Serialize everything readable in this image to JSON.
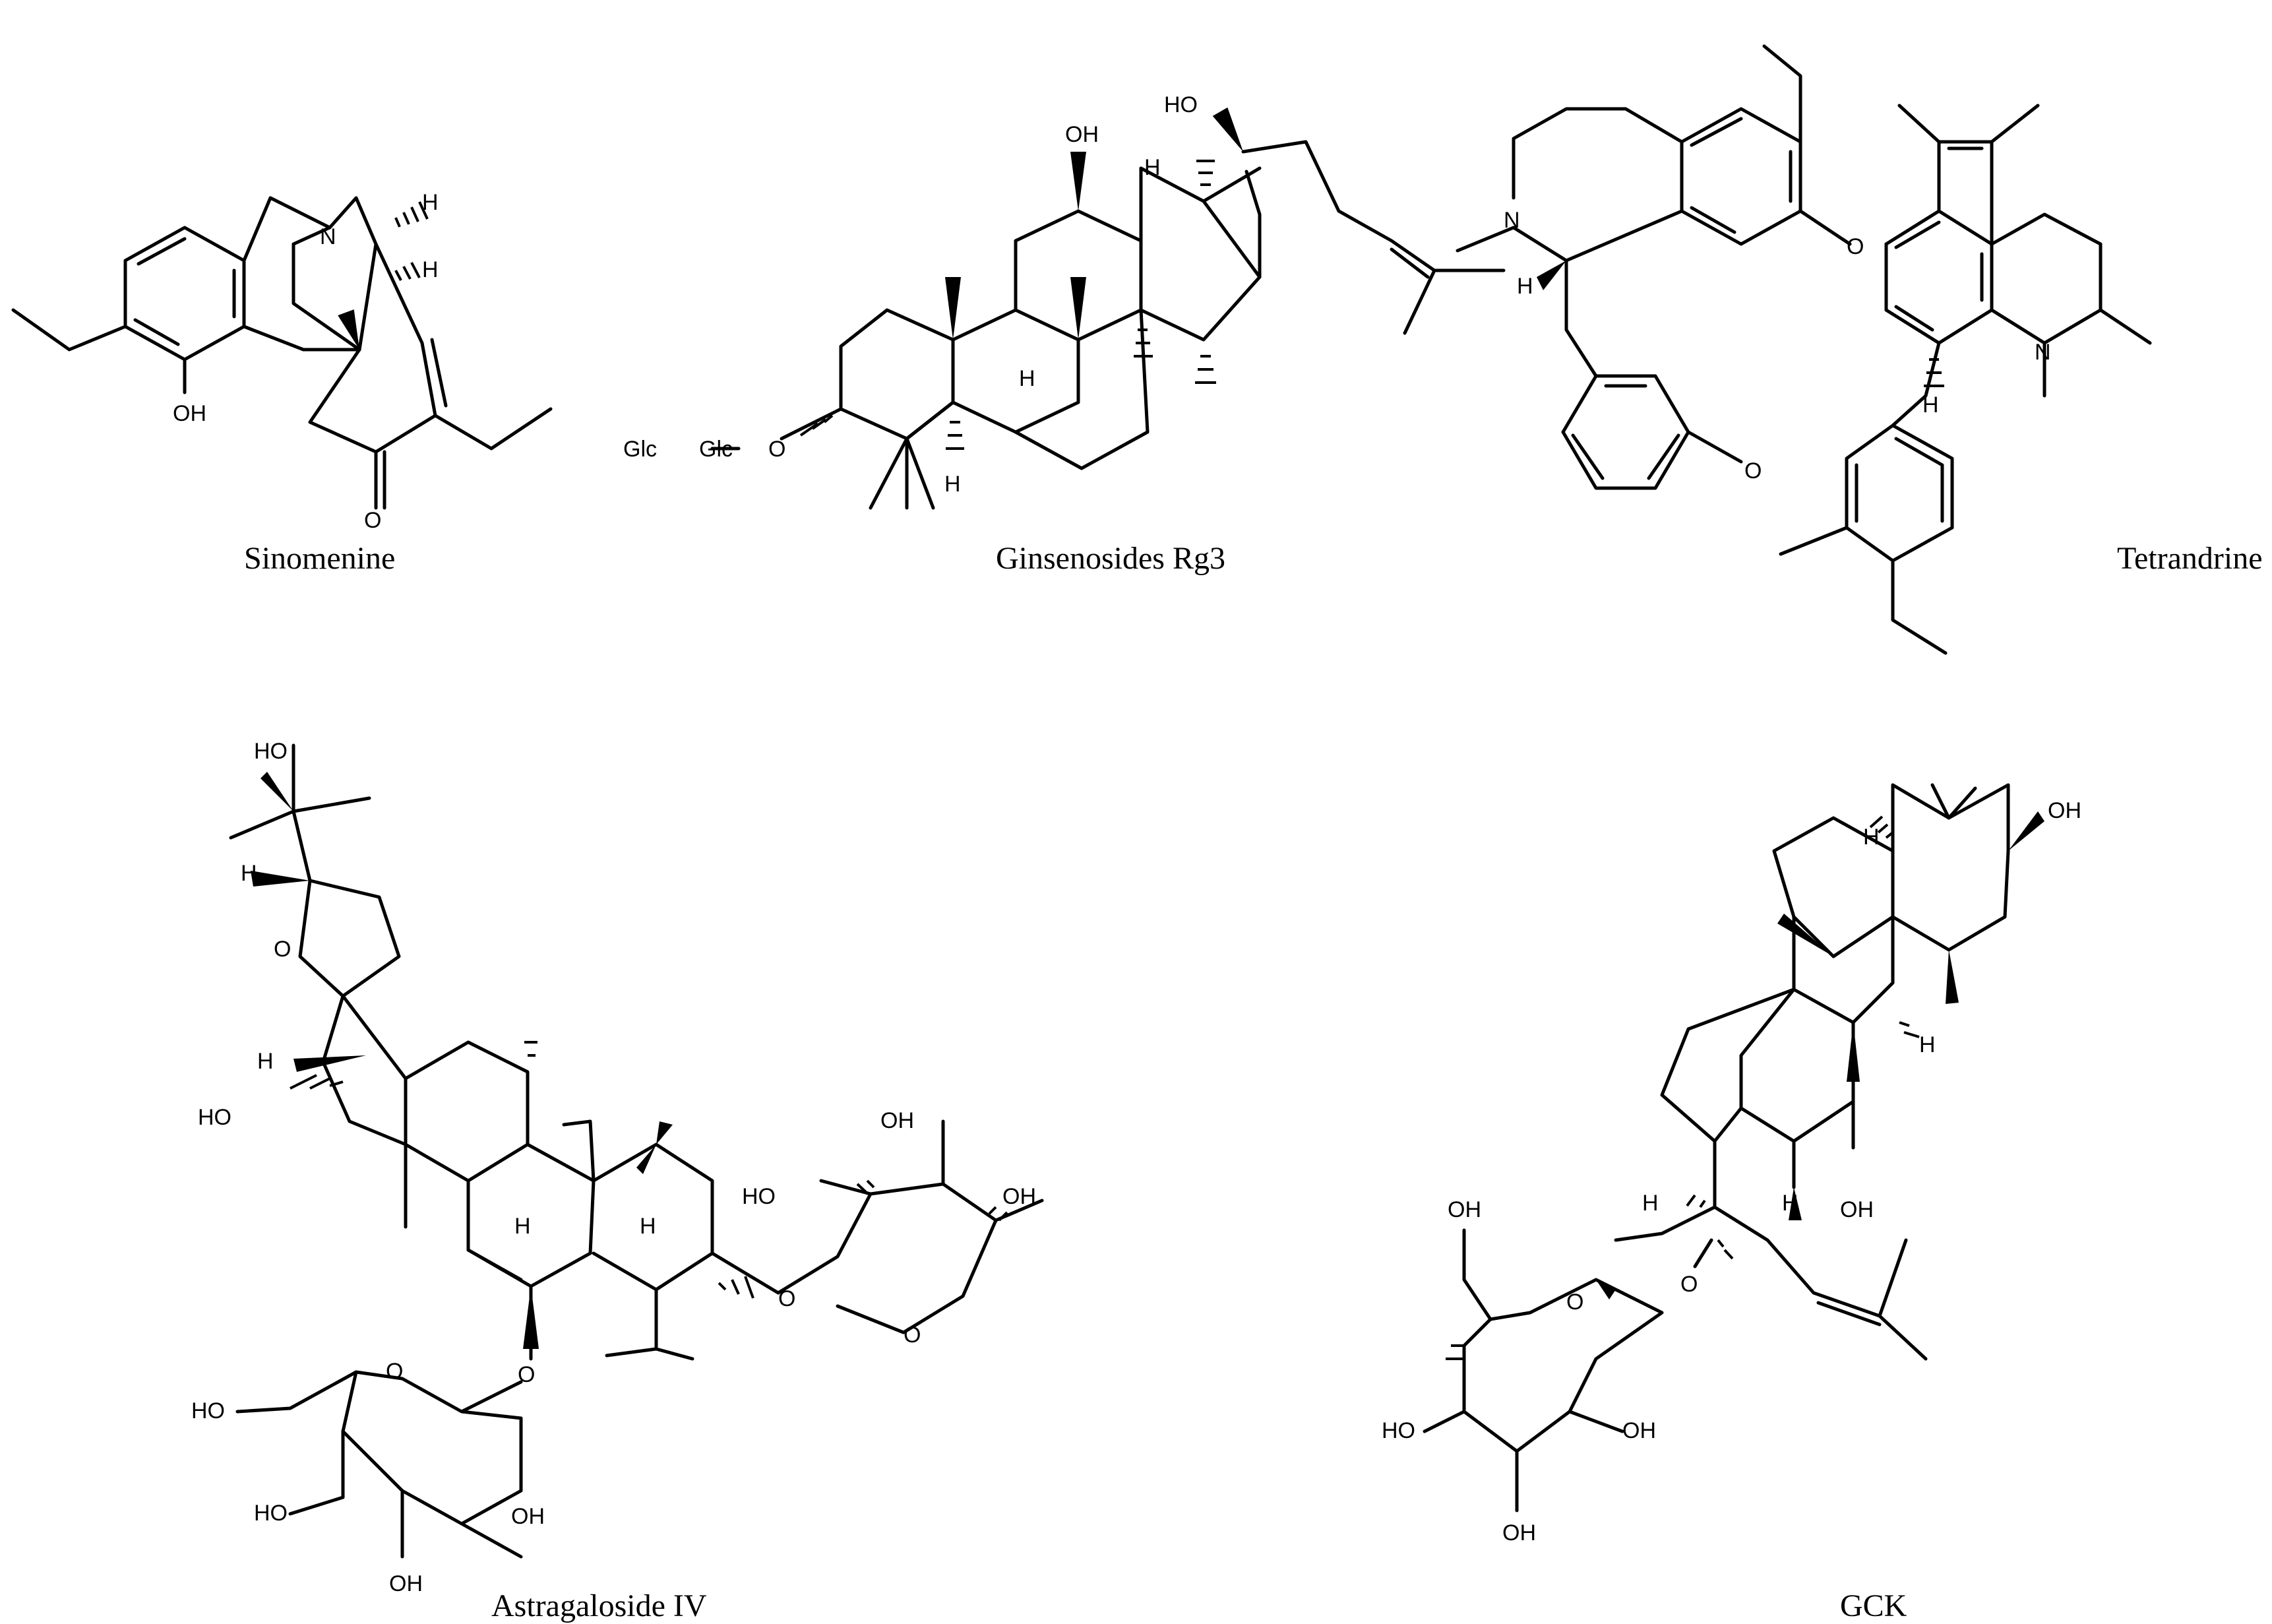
{
  "figure": {
    "compounds": [
      {
        "name": "Sinomenine"
      },
      {
        "name": "Ginsenosides Rg3"
      },
      {
        "name": "Tetrandrine"
      },
      {
        "name": "Astragaloside IV"
      },
      {
        "name": "GCK"
      }
    ],
    "atom_labels": {
      "sinomenine": {
        "n": "N",
        "h1": "H",
        "h2": "H",
        "oh": "OH",
        "o": "O"
      },
      "rg3": {
        "oh1": "OH",
        "ho": "HO",
        "h1": "H",
        "h2": "H",
        "h3": "H",
        "glc1": "Glc",
        "glc2": "Glc",
        "o": "O"
      },
      "tetrandrine": {
        "n1": "N",
        "n2": "N",
        "h1": "H",
        "h2": "H",
        "o1": "O",
        "o2": "O"
      },
      "astragaloside": {
        "ho_top": "HO",
        "h_top": "H",
        "o_ring": "O",
        "h_mid": "H",
        "ho_left": "HO",
        "h_a": "H",
        "h_b": "H",
        "oh_x1": "OH",
        "ho_x": "HO",
        "oh_x2": "OH",
        "o_link1": "O",
        "o_xyl": "O",
        "o_link2": "O",
        "ho_glc": "HO",
        "o_glc": "O",
        "ho_glc2": "HO",
        "oh_glc1": "OH",
        "oh_glc2": "OH"
      },
      "gck": {
        "oh_top": "OH",
        "h_top": "H",
        "h_mid": "H",
        "h_left": "H",
        "h_low": "H",
        "oh_mid": "OH",
        "o_link": "O",
        "oh_glc_top": "OH",
        "o_glc": "O",
        "ho_glc": "HO",
        "oh_glc1": "OH",
        "oh_glc2": "OH"
      }
    }
  }
}
